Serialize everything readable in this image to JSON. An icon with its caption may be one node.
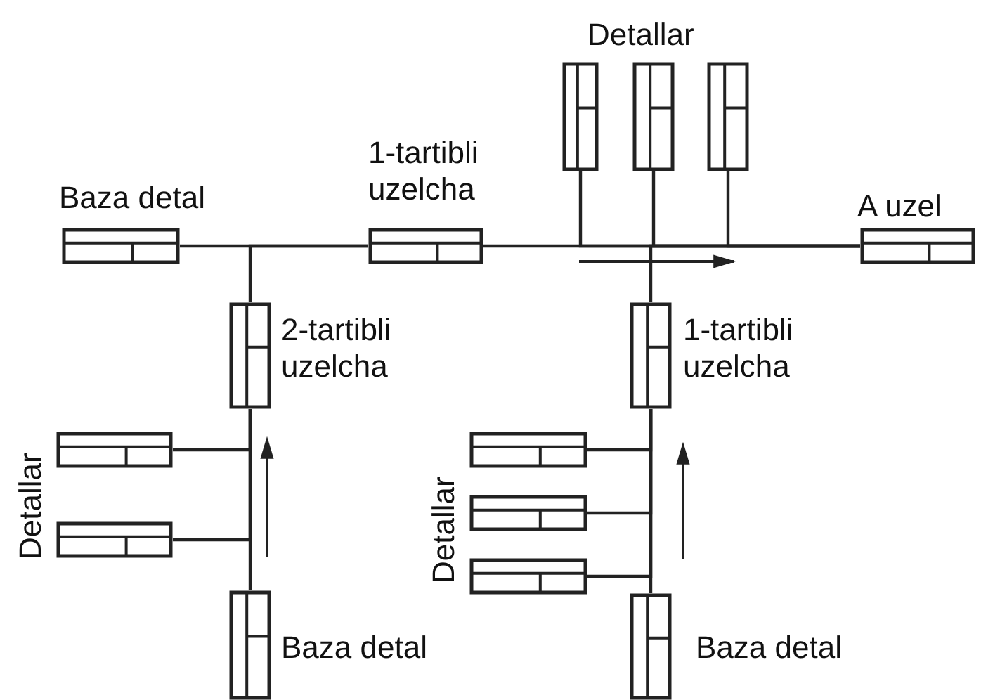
{
  "diagram": {
    "nodes": [
      {
        "text": [
          "Baza detal"
        ]
      },
      {
        "text": [
          "1-tartibli uzelcha"
        ]
      },
      {
        "text": [],
        "shape": "box"
      },
      {
        "text": [],
        "shape": "box"
      },
      {
        "text": [],
        "shape": "box"
      },
      {
        "text": [
          "A uzel"
        ]
      },
      {
        "text": [
          "2-tartibli uzelcha"
        ]
      },
      {
        "text": [],
        "shape": "box"
      },
      {
        "text": [],
        "shape": "box"
      },
      {
        "text": [
          "Baza detal"
        ]
      },
      {
        "text": [
          "1-tartibli uzelcha"
        ]
      },
      {
        "text": [],
        "shape": "box"
      },
      {
        "text": [],
        "shape": "box"
      },
      {
        "text": [],
        "shape": "box"
      },
      {
        "text": [
          "Baza detal"
        ]
      }
    ],
    "edges": [
      {
        "from": 0,
        "to": 1,
        "arrow": "none"
      },
      {
        "from": 1,
        "to": 5,
        "arrow": "none"
      },
      {
        "from": 2,
        "to": 5,
        "arrow": "none"
      },
      {
        "from": 3,
        "to": 5,
        "arrow": "none"
      },
      {
        "from": 4,
        "to": 5,
        "arrow": "none"
      },
      {
        "from": 6,
        "to": 1,
        "arrow": "none"
      },
      {
        "from": 7,
        "to": 6,
        "arrow": "none"
      },
      {
        "from": 8,
        "to": 6,
        "arrow": "none"
      },
      {
        "from": 9,
        "to": 6,
        "arrow": "none"
      },
      {
        "from": 10,
        "to": 5,
        "arrow": "none"
      },
      {
        "from": 11,
        "to": 10,
        "arrow": "none"
      },
      {
        "from": 12,
        "to": 10,
        "arrow": "none"
      },
      {
        "from": 13,
        "to": 10,
        "arrow": "none"
      },
      {
        "from": 14,
        "to": 10,
        "arrow": "none"
      }
    ],
    "labels": [
      "Detallar",
      "Detallar",
      "Detallar"
    ]
  }
}
